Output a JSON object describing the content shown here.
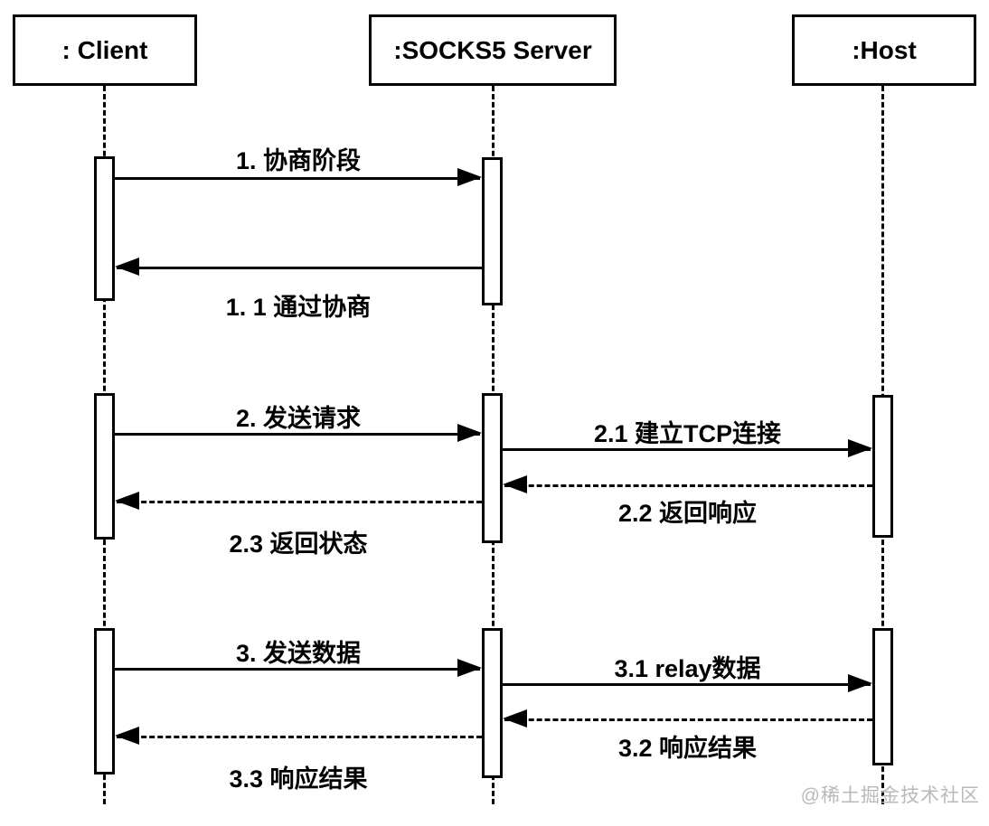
{
  "diagram": {
    "type": "uml-sequence",
    "actors": [
      {
        "id": "client",
        "label": ": Client"
      },
      {
        "id": "socks5-server",
        "label": ":SOCKS5 Server"
      },
      {
        "id": "host",
        "label": ":Host"
      }
    ],
    "messages": [
      {
        "seq": "1",
        "label": "1. 协商阶段",
        "from": "client",
        "to": "socks5-server",
        "line": "solid"
      },
      {
        "seq": "1.1",
        "label": "1. 1 通过协商",
        "from": "socks5-server",
        "to": "client",
        "line": "solid"
      },
      {
        "seq": "2",
        "label": "2. 发送请求",
        "from": "client",
        "to": "socks5-server",
        "line": "solid"
      },
      {
        "seq": "2.1",
        "label": "2.1 建立TCP连接",
        "from": "socks5-server",
        "to": "host",
        "line": "solid"
      },
      {
        "seq": "2.2",
        "label": "2.2 返回响应",
        "from": "host",
        "to": "socks5-server",
        "line": "dashed"
      },
      {
        "seq": "2.3",
        "label": "2.3 返回状态",
        "from": "socks5-server",
        "to": "client",
        "line": "dashed"
      },
      {
        "seq": "3",
        "label": "3. 发送数据",
        "from": "client",
        "to": "socks5-server",
        "line": "solid"
      },
      {
        "seq": "3.1",
        "label": "3.1 relay数据",
        "from": "socks5-server",
        "to": "host",
        "line": "solid"
      },
      {
        "seq": "3.2",
        "label": "3.2 响应结果",
        "from": "host",
        "to": "socks5-server",
        "line": "dashed"
      },
      {
        "seq": "3.3",
        "label": "3.3 响应结果",
        "from": "socks5-server",
        "to": "client",
        "line": "dashed"
      }
    ],
    "watermark": "@稀土掘金技术社区",
    "colors": {
      "line": "#000000",
      "background": "#ffffff",
      "watermark": "#b9b9b9"
    }
  }
}
